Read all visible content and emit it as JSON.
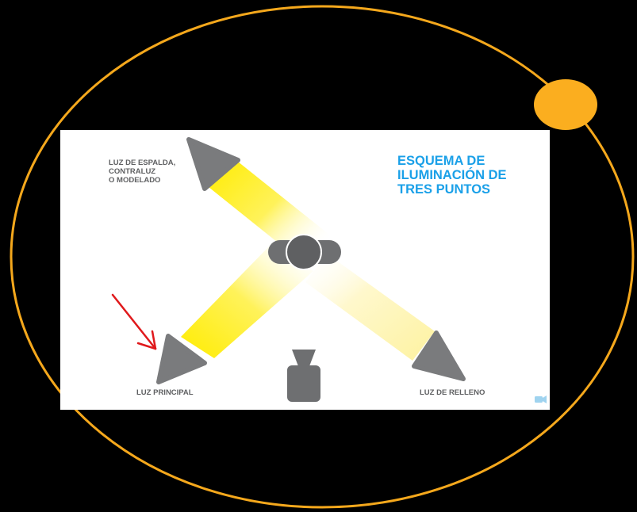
{
  "diagram": {
    "title_lines": [
      "ESQUEMA DE",
      "ILUMINACIÓN DE",
      "TRES PUNTOS"
    ],
    "lights": {
      "back": {
        "label_lines": [
          "LUZ DE ESPALDA,",
          "CONTRALUZ",
          "O MODELADO"
        ]
      },
      "key": {
        "label": "LUZ PRINCIPAL"
      },
      "fill": {
        "label": "LUZ DE RELLENO"
      }
    }
  },
  "colors": {
    "background": "#000000",
    "slide": "#ffffff",
    "orbit": "#f5a81c",
    "dot": "#fbae1f",
    "title": "#1aa0e8",
    "light_label": "#5f6062",
    "fixture": "#7a7b7d",
    "subject": "#6e6f71",
    "beam": "#ffec00",
    "arrow": "#e0191c"
  },
  "icons": [
    "video-camera-icon",
    "arrow-icon"
  ]
}
